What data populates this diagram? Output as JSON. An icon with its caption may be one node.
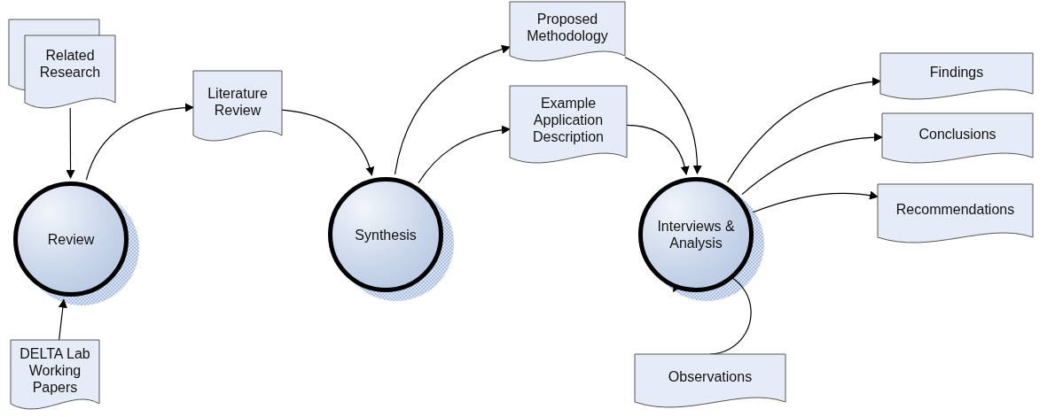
{
  "diagram": {
    "nodes": [
      {
        "text": [
          "Related Research"
        ]
      },
      {
        "text": [
          "Review"
        ]
      },
      {
        "text": [
          "DELTA Lab Working Papers"
        ]
      },
      {
        "text": [
          "Literature Review"
        ]
      },
      {
        "text": [
          "Synthesis"
        ]
      },
      {
        "text": [
          "Proposed Methodology"
        ]
      },
      {
        "text": [
          "Example Application Description"
        ]
      },
      {
        "text": [
          "Interviews & Analysis"
        ]
      },
      {
        "text": [
          "Observations"
        ]
      },
      {
        "text": [
          "Findings"
        ]
      },
      {
        "text": [
          "Conclusions"
        ]
      },
      {
        "text": [
          "Recommendations"
        ]
      }
    ],
    "edges": [
      {
        "from": 0,
        "to": 1,
        "arrow": "to"
      },
      {
        "from": 2,
        "to": 1,
        "arrow": "to"
      },
      {
        "from": 1,
        "to": 3,
        "arrow": "to"
      },
      {
        "from": 3,
        "to": 4,
        "arrow": "to"
      },
      {
        "from": 4,
        "to": 5,
        "arrow": "to"
      },
      {
        "from": 4,
        "to": 6,
        "arrow": "to"
      },
      {
        "from": 5,
        "to": 7,
        "arrow": "to"
      },
      {
        "from": 6,
        "to": 7,
        "arrow": "to"
      },
      {
        "from": 8,
        "to": 7,
        "arrow": "to"
      },
      {
        "from": 7,
        "to": 9,
        "arrow": "to"
      },
      {
        "from": 7,
        "to": 10,
        "arrow": "to"
      },
      {
        "from": 7,
        "to": 11,
        "arrow": "to"
      }
    ]
  }
}
